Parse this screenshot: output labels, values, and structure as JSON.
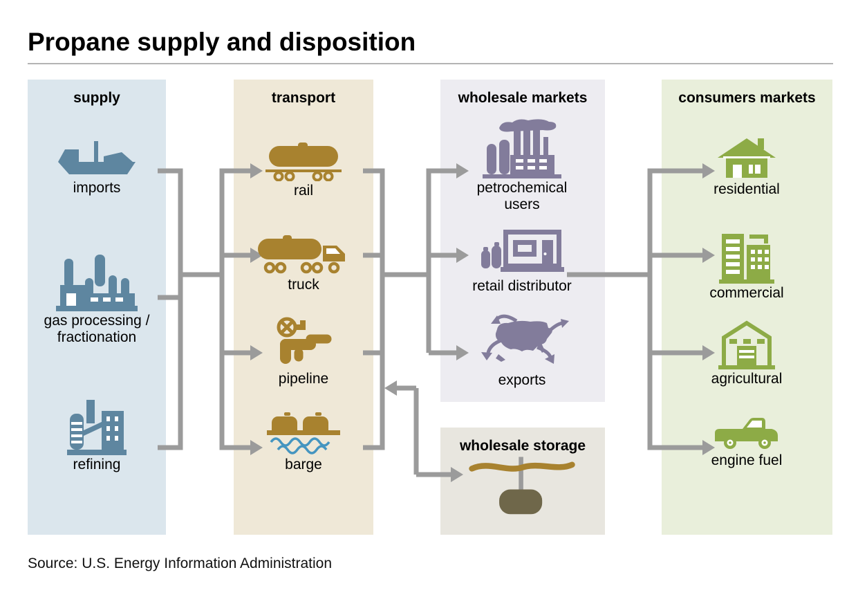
{
  "title": "Propane supply and disposition",
  "source": "Source: U.S. Energy Information Administration",
  "columns": {
    "supply": {
      "header": "supply",
      "items": [
        {
          "label": "imports",
          "icon": "ship-icon"
        },
        {
          "label": "gas processing / fractionation",
          "icon": "gas-plant-icon"
        },
        {
          "label": "refining",
          "icon": "refinery-icon"
        }
      ]
    },
    "transport": {
      "header": "transport",
      "items": [
        {
          "label": "rail",
          "icon": "rail-tankcar-icon"
        },
        {
          "label": "truck",
          "icon": "tanker-truck-icon"
        },
        {
          "label": "pipeline",
          "icon": "pipeline-valve-icon"
        },
        {
          "label": "barge",
          "icon": "barge-icon"
        }
      ]
    },
    "wholesale": {
      "header": "wholesale markets",
      "items": [
        {
          "label": "petrochemical users",
          "icon": "petrochemical-plant-icon"
        },
        {
          "label": "retail distributor",
          "icon": "storefront-icon"
        },
        {
          "label": "exports",
          "icon": "us-map-arrows-icon"
        }
      ]
    },
    "storage": {
      "header": "wholesale storage",
      "icon": "underground-tank-icon"
    },
    "consumers": {
      "header": "consumers markets",
      "items": [
        {
          "label": "residential",
          "icon": "house-icon"
        },
        {
          "label": "commercial",
          "icon": "buildings-icon"
        },
        {
          "label": "agricultural",
          "icon": "barn-icon"
        },
        {
          "label": "engine fuel",
          "icon": "pickup-truck-icon"
        }
      ]
    }
  },
  "flows": [
    "supply to transport",
    "transport to wholesale markets",
    "transport to wholesale storage",
    "wholesale storage back to transport",
    "retail distributor to consumers markets"
  ],
  "colors": {
    "supply_bg": "#dbe6ed",
    "transport_bg": "#efe8d7",
    "wholesale_bg": "#edecf1",
    "storage_bg": "#e8e6df",
    "consumers_bg": "#e9efdb",
    "supply_icon": "#5e86a0",
    "transport_icon": "#a8822f",
    "wholesale_icon": "#827c9b",
    "consumers_icon": "#8dab46",
    "wave_blue": "#4595c0",
    "storage_tank": "#6f674a",
    "storage_ground": "#a8822f",
    "connector": "#9b9b9b"
  }
}
